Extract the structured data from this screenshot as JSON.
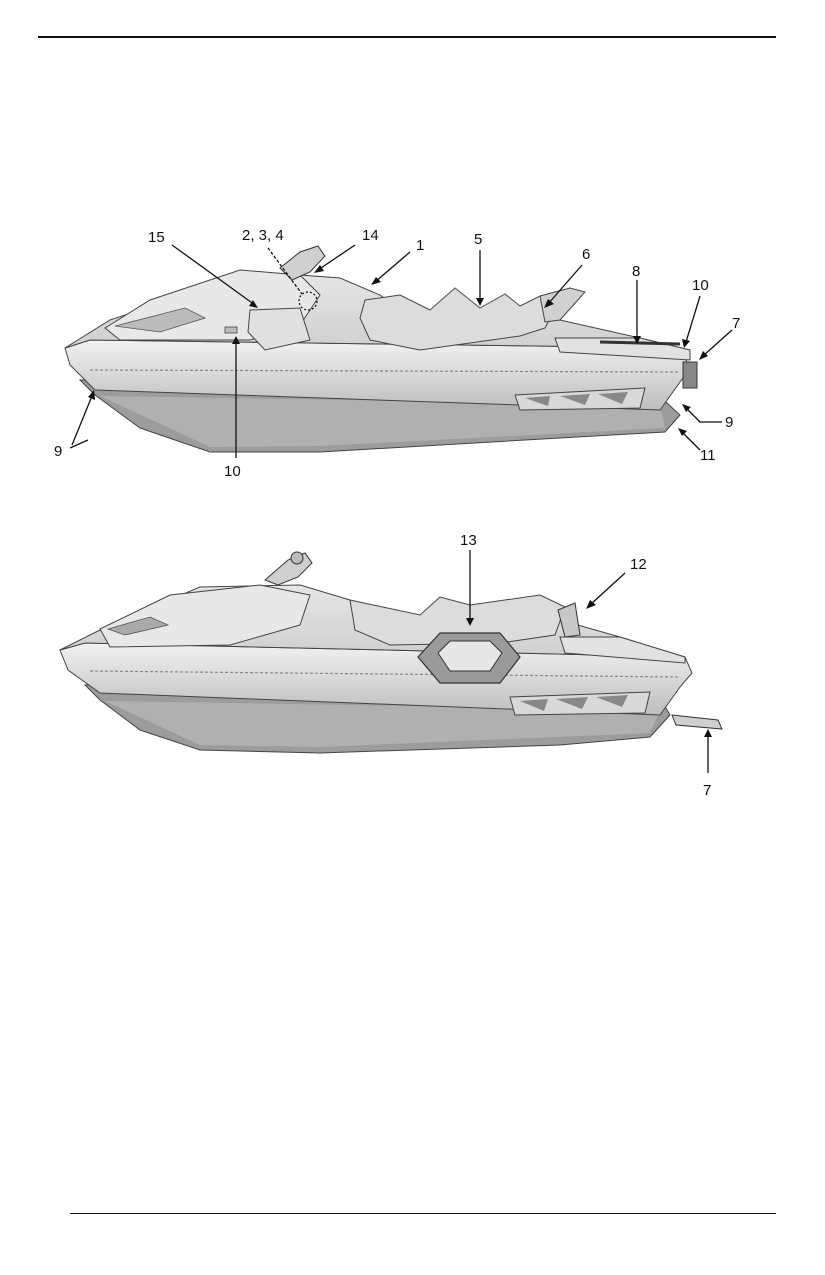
{
  "figures": [
    {
      "id": "top",
      "callouts": [
        {
          "key": "c15",
          "text": "15"
        },
        {
          "key": "c234",
          "text": "2, 3, 4"
        },
        {
          "key": "c14",
          "text": "14"
        },
        {
          "key": "c1",
          "text": "1"
        },
        {
          "key": "c5",
          "text": "5"
        },
        {
          "key": "c6",
          "text": "6"
        },
        {
          "key": "c8",
          "text": "8"
        },
        {
          "key": "c10a",
          "text": "10"
        },
        {
          "key": "c7",
          "text": "7"
        },
        {
          "key": "c9a",
          "text": "9"
        },
        {
          "key": "c11",
          "text": "11"
        },
        {
          "key": "c9b",
          "text": "9"
        },
        {
          "key": "c10b",
          "text": "10"
        }
      ]
    },
    {
      "id": "bottom",
      "callouts": [
        {
          "key": "c13",
          "text": "13"
        },
        {
          "key": "c12",
          "text": "12"
        },
        {
          "key": "c7",
          "text": "7"
        }
      ]
    }
  ]
}
